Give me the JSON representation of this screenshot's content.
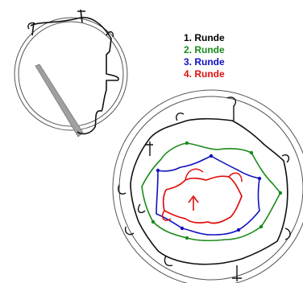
{
  "legend": {
    "rounds": [
      {
        "label": "1. Runde",
        "color": "#000000"
      },
      {
        "label": "2. Runde",
        "color": "#1a8a1a"
      },
      {
        "label": "3. Runde",
        "color": "#1010c0"
      },
      {
        "label": "4. Runde",
        "color": "#e01010"
      }
    ]
  },
  "colors": {
    "ring": "#555555",
    "needle": "#9a9a9a"
  }
}
